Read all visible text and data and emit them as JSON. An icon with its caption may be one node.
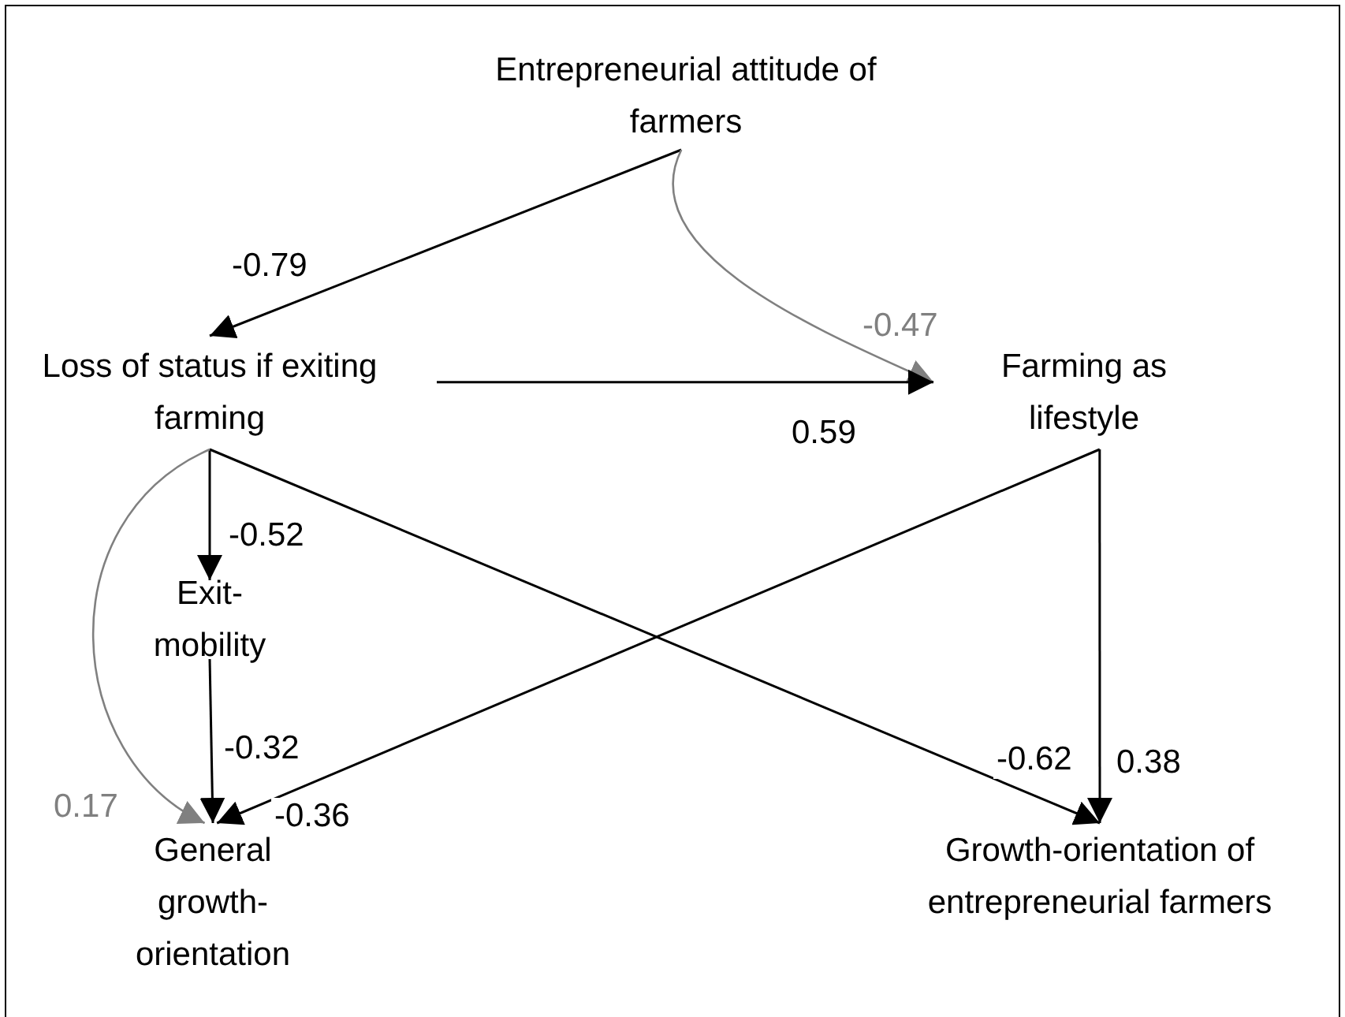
{
  "diagram": {
    "nodes": [
      {
        "text": [
          "Entrepreneurial attitude of farmers"
        ]
      },
      {
        "text": [
          "Loss of status if exiting farming"
        ]
      },
      {
        "text": [
          "Farming as lifestyle"
        ]
      },
      {
        "text": [
          "Exit-mobility"
        ]
      },
      {
        "text": [
          "General growth-orientation"
        ]
      },
      {
        "text": [
          "Growth-orientation of entrepreneurial farmers"
        ]
      }
    ],
    "edges": [
      {
        "from": 0,
        "to": 1,
        "arrow": "to",
        "label": "-0.79"
      },
      {
        "from": 0,
        "to": 2,
        "arrow": "to",
        "label": "-0.47",
        "color": "#808080"
      },
      {
        "from": 1,
        "to": 2,
        "arrow": "to",
        "label": "0.59"
      },
      {
        "from": 1,
        "to": 3,
        "arrow": "to",
        "label": "-0.52"
      },
      {
        "from": 1,
        "to": 5,
        "arrow": "to",
        "label": "-0.62"
      },
      {
        "from": 1,
        "to": 4,
        "arrow": "to",
        "label": "0.17",
        "color": "#808080"
      },
      {
        "from": 3,
        "to": 4,
        "arrow": "to",
        "label": "-0.32"
      },
      {
        "from": 2,
        "to": 4,
        "arrow": "to",
        "label": "-0.36"
      },
      {
        "from": 2,
        "to": 5,
        "arrow": "to",
        "label": "0.38"
      }
    ]
  }
}
